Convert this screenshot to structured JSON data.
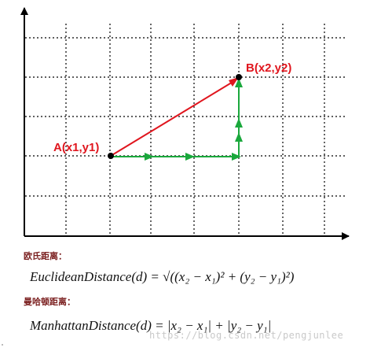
{
  "points": {
    "a_label": "A(x1,y1)",
    "b_label": "B(x2,y2)"
  },
  "euclidean": {
    "title": "欧氏距离：",
    "formula": "EuclideanDistance(d) = √((x₂ − x₁)² + (y₂ − y₁)²)"
  },
  "manhattan": {
    "title": "曼哈顿距离：",
    "formula": "ManhattanDistance(d) = |x₂ − x₁| + |y₂ − y₁|"
  },
  "watermark": "https://blog.csdn.net/pengjunlee",
  "colors": {
    "axes": "#000000",
    "grid": "#000000",
    "euclidean_line": "#e0161e",
    "manhattan_path": "#1aa83c",
    "label": "#e0161e",
    "section_title": "#7a1e1e"
  }
}
